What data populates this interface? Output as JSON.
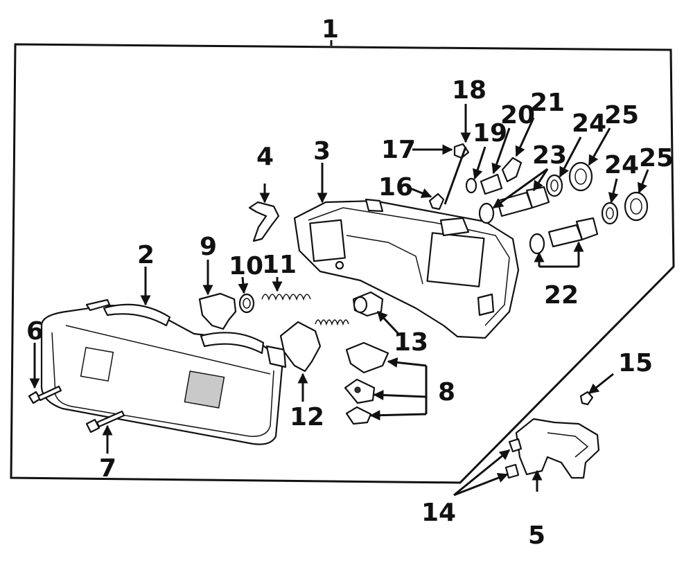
{
  "callouts": {
    "c1": "1",
    "c2": "2",
    "c3": "3",
    "c4": "4",
    "c5": "5",
    "c6": "6",
    "c7": "7",
    "c8": "8",
    "c9": "9",
    "c10": "10",
    "c11": "11",
    "c12": "12",
    "c13": "13",
    "c14": "14",
    "c15": "15",
    "c16": "16",
    "c17": "17",
    "c18": "18",
    "c19": "19",
    "c20": "20",
    "c21": "21",
    "c22": "22",
    "c23": "23",
    "c24a": "24",
    "c24b": "24",
    "c25a": "25",
    "c25b": "25"
  }
}
